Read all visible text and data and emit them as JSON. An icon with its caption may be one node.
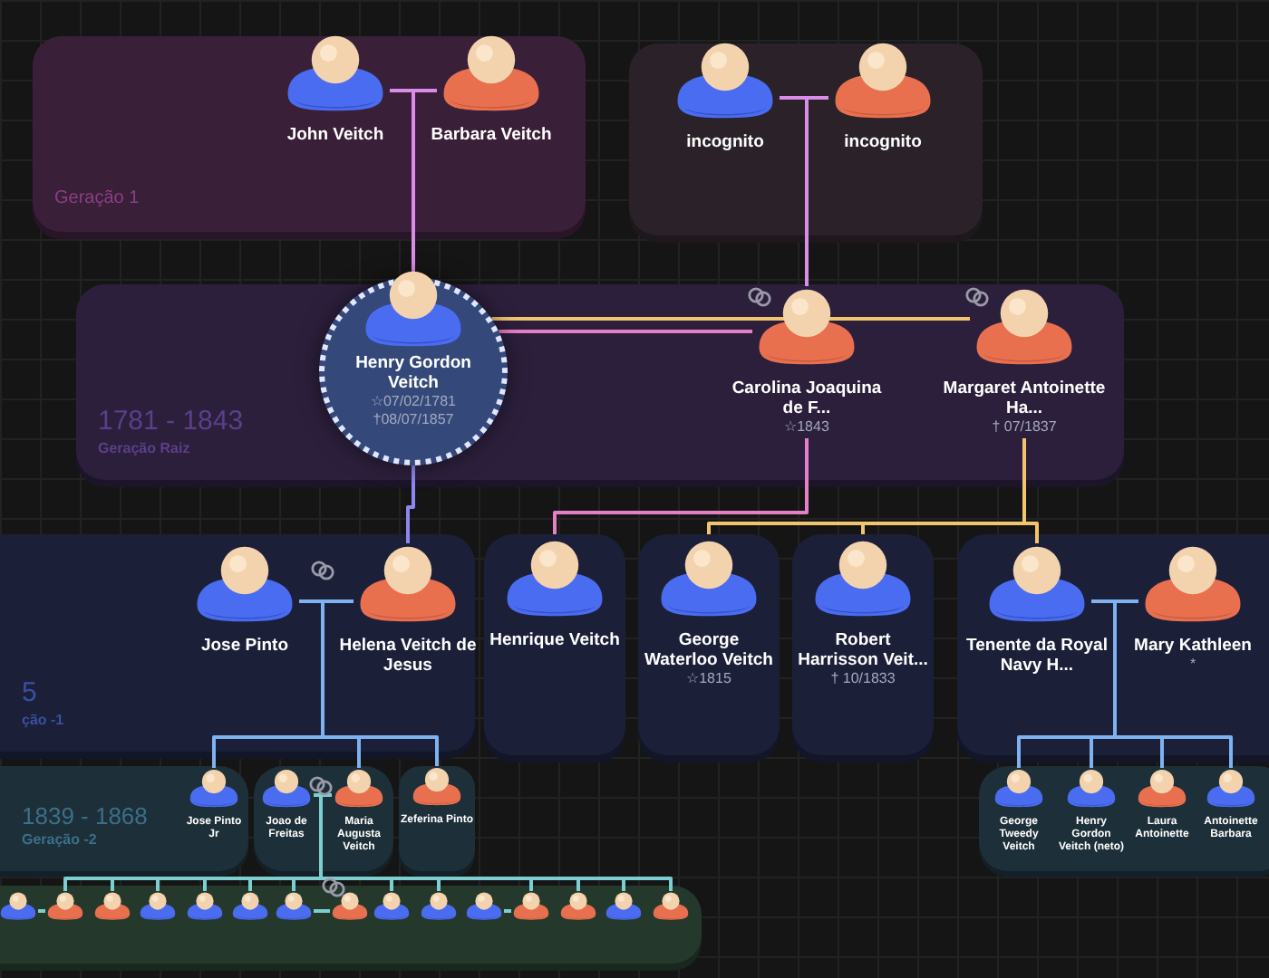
{
  "diagram": {
    "nodes": [
      {
        "text": [
          "Geração 1"
        ]
      },
      {
        "text": [
          "John Veitch"
        ],
        "in": 0
      },
      {
        "text": [
          "Barbara Veitch"
        ],
        "in": 0
      },
      {
        "text": [],
        "shape": "box"
      },
      {
        "text": [
          "incognito"
        ],
        "in": 3
      },
      {
        "text": [
          "incognito"
        ],
        "in": 3
      },
      {
        "text": [
          "1781 - 1843",
          "Geração Raiz"
        ]
      },
      {
        "text": [
          "Henry Gordon Veitch",
          "☆07/02/1781",
          "†08/07/1857"
        ],
        "in": 6
      },
      {
        "text": [
          "Carolina Joaquina de F...",
          "☆1843"
        ],
        "in": 6
      },
      {
        "text": [
          "Margaret Antoinette Ha...",
          "† 07/1837"
        ],
        "in": 6
      },
      {
        "text": [
          "5",
          "ção -1"
        ]
      },
      {
        "text": [
          "Jose Pinto"
        ],
        "in": 10
      },
      {
        "text": [
          "Helena Veitch de Jesus"
        ],
        "in": 10
      },
      {
        "text": [
          "Henrique Veitch"
        ]
      },
      {
        "text": [
          "George Waterloo Veitch",
          "☆1815"
        ]
      },
      {
        "text": [
          "Robert Harrisson Veit...",
          "† 10/1833"
        ]
      },
      {
        "text": [],
        "shape": "box"
      },
      {
        "text": [
          "Tenente da Royal Navy H..."
        ],
        "in": 16
      },
      {
        "text": [
          "Mary Kathleen",
          "*"
        ],
        "in": 16
      },
      {
        "text": [
          "1839 - 1868",
          "Geração -2"
        ]
      },
      {
        "text": [
          "Jose Pinto Jr"
        ],
        "in": 19
      },
      {
        "text": [],
        "shape": "box"
      },
      {
        "text": [
          "Joao de Freitas"
        ],
        "in": 21
      },
      {
        "text": [
          "Maria Augusta Veitch"
        ],
        "in": 21
      },
      {
        "text": [
          "Zeferina Pinto"
        ]
      },
      {
        "text": [],
        "shape": "box"
      },
      {
        "text": [
          "George Tweedy Veitch"
        ],
        "in": 25
      },
      {
        "text": [
          "Henry Gordon Veitch (neto)"
        ],
        "in": 25
      },
      {
        "text": [
          "Laura Antoinette"
        ],
        "in": 25
      },
      {
        "text": [
          "Antoinette Barbara"
        ],
        "in": 25
      },
      {
        "text": [],
        "shape": "box"
      },
      {
        "text": [],
        "shape": "person",
        "in": 30
      },
      {
        "text": [],
        "shape": "person",
        "in": 30
      },
      {
        "text": [],
        "shape": "person",
        "in": 30
      },
      {
        "text": [],
        "shape": "person",
        "in": 30
      },
      {
        "text": [],
        "shape": "person",
        "in": 30
      },
      {
        "text": [],
        "shape": "person",
        "in": 30
      },
      {
        "text": [],
        "shape": "person",
        "in": 30
      },
      {
        "text": [],
        "shape": "person",
        "in": 30
      },
      {
        "text": [],
        "shape": "person",
        "in": 30
      },
      {
        "text": [],
        "shape": "person",
        "in": 30
      },
      {
        "text": [],
        "shape": "person",
        "in": 30
      },
      {
        "text": [],
        "shape": "person",
        "in": 30
      },
      {
        "text": [],
        "shape": "person",
        "in": 30
      },
      {
        "text": [],
        "shape": "person",
        "in": 30
      },
      {
        "text": [],
        "shape": "person",
        "in": 30
      }
    ],
    "edges": [
      {
        "from": 1,
        "to": 2,
        "arrow": "none",
        "color": "#d98ce8"
      },
      {
        "from": 1,
        "to": 7,
        "arrow": "none",
        "color": "#d98ce8"
      },
      {
        "from": 2,
        "to": 7,
        "arrow": "none",
        "color": "#d98ce8"
      },
      {
        "from": 4,
        "to": 5,
        "arrow": "none",
        "color": "#d98ce8"
      },
      {
        "from": 4,
        "to": 8,
        "arrow": "none",
        "color": "#d98ce8"
      },
      {
        "from": 5,
        "to": 8,
        "arrow": "none",
        "color": "#d98ce8"
      },
      {
        "from": 7,
        "to": 8,
        "arrow": "none",
        "color": "#e77fc8"
      },
      {
        "from": 7,
        "to": 9,
        "arrow": "none",
        "color": "#f2c46d"
      },
      {
        "from": 7,
        "to": 12,
        "arrow": "none",
        "color": "#8f86f0"
      },
      {
        "from": 8,
        "to": 13,
        "arrow": "none",
        "color": "#e77fc8"
      },
      {
        "from": 9,
        "to": 14,
        "arrow": "none",
        "color": "#f2c46d"
      },
      {
        "from": 9,
        "to": 15,
        "arrow": "none",
        "color": "#f2c46d"
      },
      {
        "from": 9,
        "to": 17,
        "arrow": "none",
        "color": "#f2c46d"
      },
      {
        "from": 11,
        "to": 12,
        "arrow": "none",
        "color": "#7fb2f0"
      },
      {
        "from": 11,
        "to": 20,
        "arrow": "none",
        "color": "#7fb2f0"
      },
      {
        "from": 12,
        "to": 20,
        "arrow": "none",
        "color": "#7fb2f0"
      },
      {
        "from": 11,
        "to": 23,
        "arrow": "none",
        "color": "#7fb2f0"
      },
      {
        "from": 12,
        "to": 23,
        "arrow": "none",
        "color": "#7fb2f0"
      },
      {
        "from": 11,
        "to": 24,
        "arrow": "none",
        "color": "#7fb2f0"
      },
      {
        "from": 12,
        "to": 24,
        "arrow": "none",
        "color": "#7fb2f0"
      },
      {
        "from": 17,
        "to": 18,
        "arrow": "none",
        "color": "#7fb2f0"
      },
      {
        "from": 17,
        "to": 26,
        "arrow": "none",
        "color": "#7fb2f0"
      },
      {
        "from": 18,
        "to": 26,
        "arrow": "none",
        "color": "#7fb2f0"
      },
      {
        "from": 17,
        "to": 27,
        "arrow": "none",
        "color": "#7fb2f0"
      },
      {
        "from": 18,
        "to": 27,
        "arrow": "none",
        "color": "#7fb2f0"
      },
      {
        "from": 17,
        "to": 28,
        "arrow": "none",
        "color": "#7fb2f0"
      },
      {
        "from": 18,
        "to": 28,
        "arrow": "none",
        "color": "#7fb2f0"
      },
      {
        "from": 17,
        "to": 29,
        "arrow": "none",
        "color": "#7fb2f0"
      },
      {
        "from": 18,
        "to": 29,
        "arrow": "none",
        "color": "#7fb2f0"
      },
      {
        "from": 22,
        "to": 23,
        "arrow": "none"
      },
      {
        "from": 22,
        "to": 32,
        "arrow": "none"
      },
      {
        "from": 23,
        "to": 32,
        "arrow": "none"
      },
      {
        "from": 22,
        "to": 33,
        "arrow": "none"
      },
      {
        "from": 23,
        "to": 33,
        "arrow": "none"
      },
      {
        "from": 22,
        "to": 34,
        "arrow": "none"
      },
      {
        "from": 23,
        "to": 34,
        "arrow": "none"
      },
      {
        "from": 22,
        "to": 35,
        "arrow": "none"
      },
      {
        "from": 23,
        "to": 35,
        "arrow": "none"
      },
      {
        "from": 22,
        "to": 36,
        "arrow": "none"
      },
      {
        "from": 23,
        "to": 36,
        "arrow": "none"
      },
      {
        "from": 22,
        "to": 37,
        "arrow": "none"
      },
      {
        "from": 23,
        "to": 37,
        "arrow": "none"
      },
      {
        "from": 22,
        "to": 39,
        "arrow": "none"
      },
      {
        "from": 23,
        "to": 39,
        "arrow": "none"
      },
      {
        "from": 22,
        "to": 40,
        "arrow": "none"
      },
      {
        "from": 23,
        "to": 40,
        "arrow": "none"
      },
      {
        "from": 22,
        "to": 42,
        "arrow": "none"
      },
      {
        "from": 23,
        "to": 42,
        "arrow": "none"
      },
      {
        "from": 22,
        "to": 43,
        "arrow": "none"
      },
      {
        "from": 23,
        "to": 43,
        "arrow": "none"
      },
      {
        "from": 22,
        "to": 44,
        "arrow": "none"
      },
      {
        "from": 23,
        "to": 44,
        "arrow": "none"
      },
      {
        "from": 22,
        "to": 45,
        "arrow": "none"
      },
      {
        "from": 23,
        "to": 45,
        "arrow": "none"
      },
      {
        "from": 31,
        "to": 32,
        "arrow": "none"
      },
      {
        "from": 37,
        "to": 38,
        "arrow": "none"
      },
      {
        "from": 41,
        "to": 42,
        "arrow": "none"
      }
    ]
  }
}
